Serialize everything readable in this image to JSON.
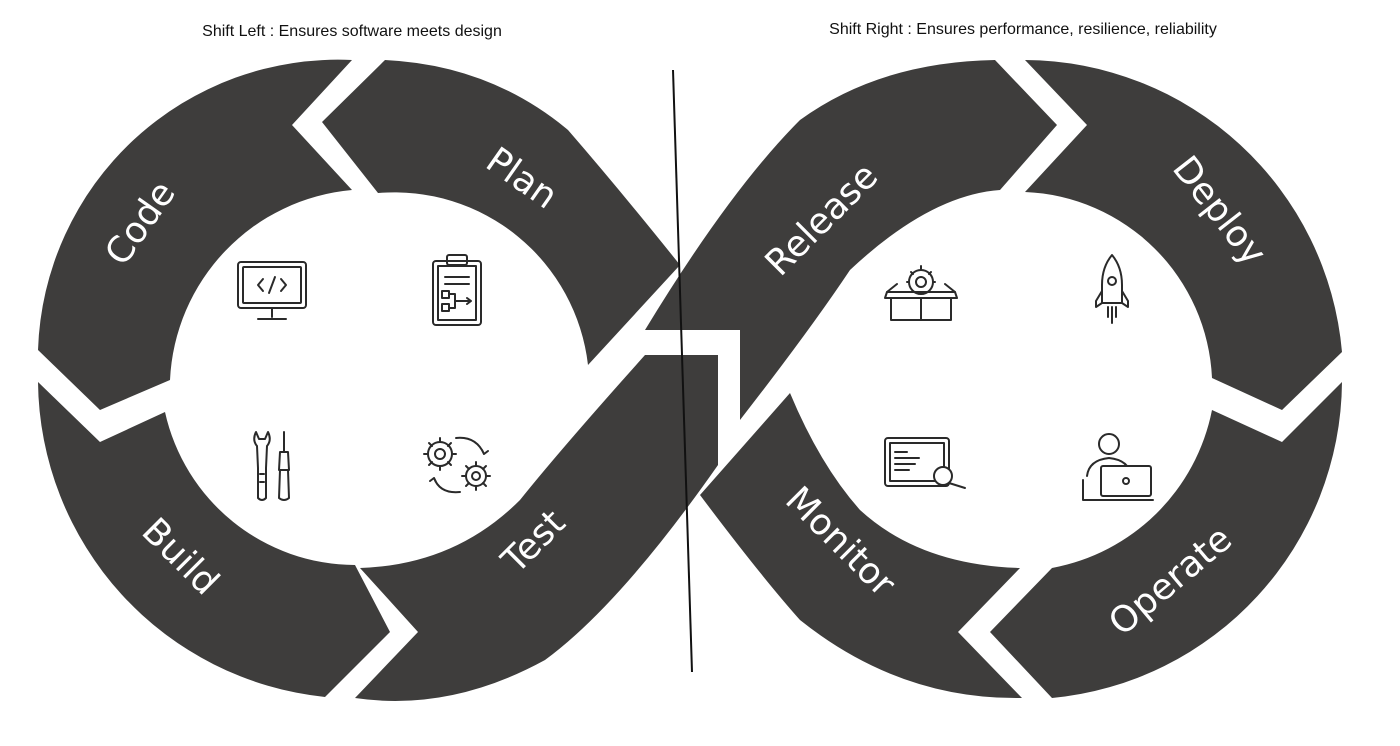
{
  "captions": {
    "shift_left": "Shift Left : Ensures software meets design",
    "shift_right": "Shift Right : Ensures performance, resilience, reliability"
  },
  "colors": {
    "segment": "#3e3d3c",
    "icon_stroke": "#2a2a2a",
    "background": "#ffffff",
    "divider": "#111111"
  },
  "phases": {
    "plan": {
      "label": "Plan",
      "icon": "clipboard-flow-icon"
    },
    "code": {
      "label": "Code",
      "icon": "monitor-code-icon"
    },
    "build": {
      "label": "Build",
      "icon": "wrench-screwdriver-icon"
    },
    "test": {
      "label": "Test",
      "icon": "gears-cycle-icon"
    },
    "release": {
      "label": "Release",
      "icon": "box-gear-icon"
    },
    "deploy": {
      "label": "Deploy",
      "icon": "rocket-icon"
    },
    "operate": {
      "label": "Operate",
      "icon": "person-laptop-icon"
    },
    "monitor": {
      "label": "Monitor",
      "icon": "screen-magnifier-icon"
    }
  }
}
